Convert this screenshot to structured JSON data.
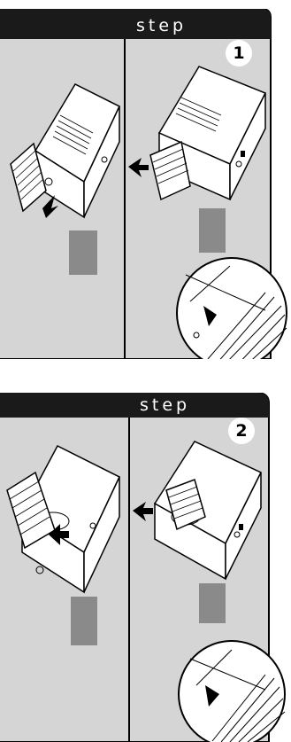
{
  "steps": [
    {
      "label": "step",
      "number": "1"
    },
    {
      "label": "step",
      "number": "2"
    }
  ],
  "colors": {
    "header": "#1a1a1a",
    "panel_bg": "#d5d5d5",
    "line": "#000000",
    "shadow": "#8a8a8a"
  }
}
